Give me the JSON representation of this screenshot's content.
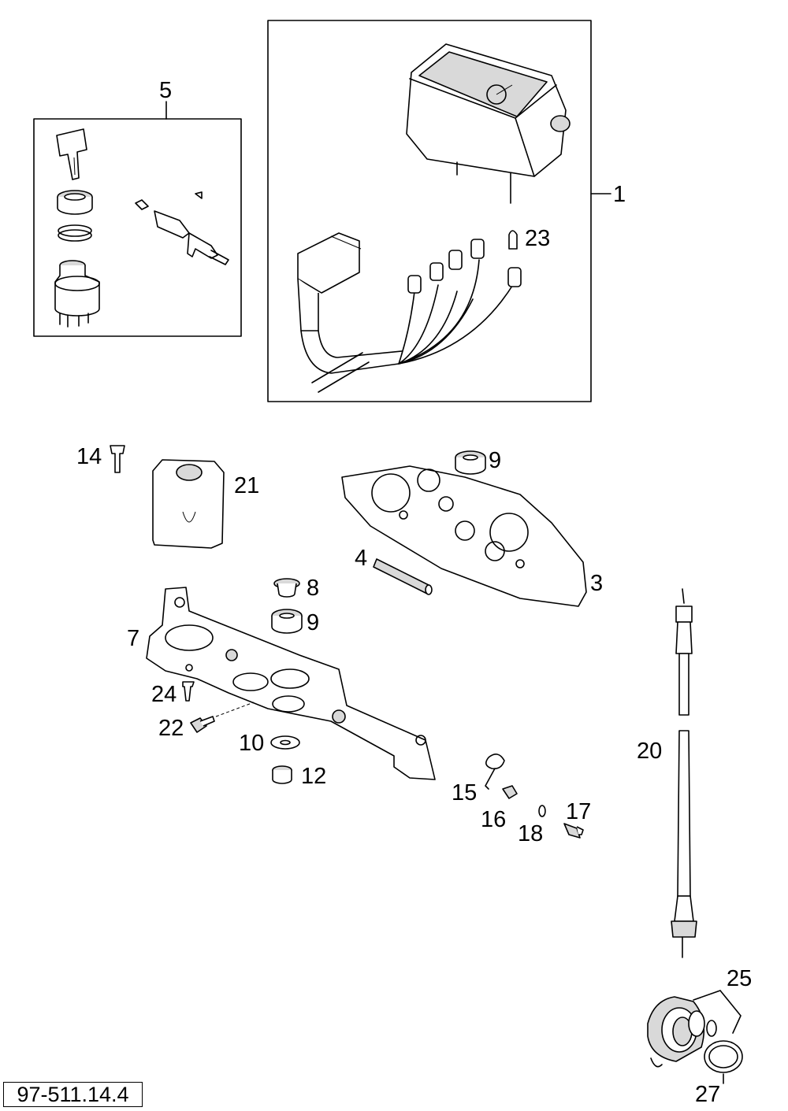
{
  "reference_code": "97-511.14.4",
  "callouts": [
    "1",
    "3",
    "4",
    "5",
    "7",
    "8",
    "9",
    "9",
    "10",
    "12",
    "14",
    "15",
    "16",
    "17",
    "18",
    "20",
    "21",
    "22",
    "23",
    "24",
    "25",
    "27"
  ]
}
